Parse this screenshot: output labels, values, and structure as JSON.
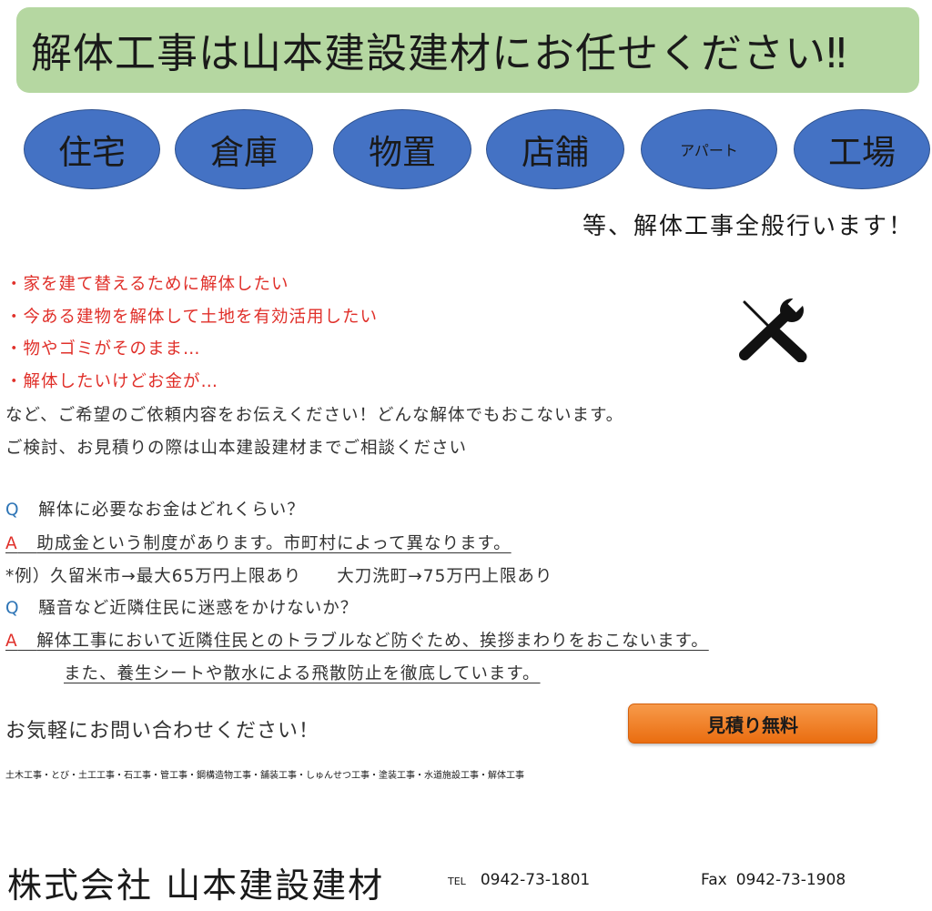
{
  "banner": {
    "title": "解体工事は山本建設建材にお任せください‼"
  },
  "categories": [
    "住宅",
    "倉庫",
    "物置",
    "店舗",
    "アパート",
    "工場"
  ],
  "subtitle": "等、解体工事全般行います！",
  "bullets": [
    "・家を建て替えるために解体したい",
    "・今ある建物を解体して土地を有効活用したい",
    "・物やゴミがそのまま…",
    "・解体したいけどお金が…"
  ],
  "intro": [
    "など、ご希望のご依頼内容をお伝えください！どんな解体でもおこないます。",
    "ご検討、お見積りの際は山本建設建材までご相談ください"
  ],
  "faq": {
    "q_mark": "Q",
    "a_mark": "A",
    "q1": "解体に必要なお金はどれくらい？",
    "a1": "助成金という制度があります。市町村によって異なります。",
    "example": "*例）久留米市→最大65万円上限あり　　大刀洗町→75万円上限あり",
    "q2": "騒音など近隣住民に迷惑をかけないか？",
    "a2": "解体工事において近隣住民とのトラブルなど防ぐため、挨拶まわりをおこないます。",
    "a2_cont": "また、養生シートや散水による飛散防止を徹底しています。"
  },
  "contact_prompt": "お気軽にお問い合わせください！",
  "cta": {
    "label": "見積り無料"
  },
  "services": "土木工事・とび・土工工事・石工事・管工事・鋼構造物工事・舗装工事・しゅんせつ工事・塗装工事・水道施設工事・解体工事",
  "footer": {
    "company": "株式会社 山本建設建材",
    "tel_label": "TEL",
    "tel": "0942-73-1801",
    "fax_label": "Fax",
    "fax": "0942-73-1908"
  },
  "icons": {
    "tools": "wrench-screwdriver-icon"
  },
  "colors": {
    "banner": "#b5d7a1",
    "ellipse": "#4472c4",
    "accent_red": "#e0302a",
    "accent_blue": "#2e75b6",
    "cta": "#ed7d31"
  }
}
